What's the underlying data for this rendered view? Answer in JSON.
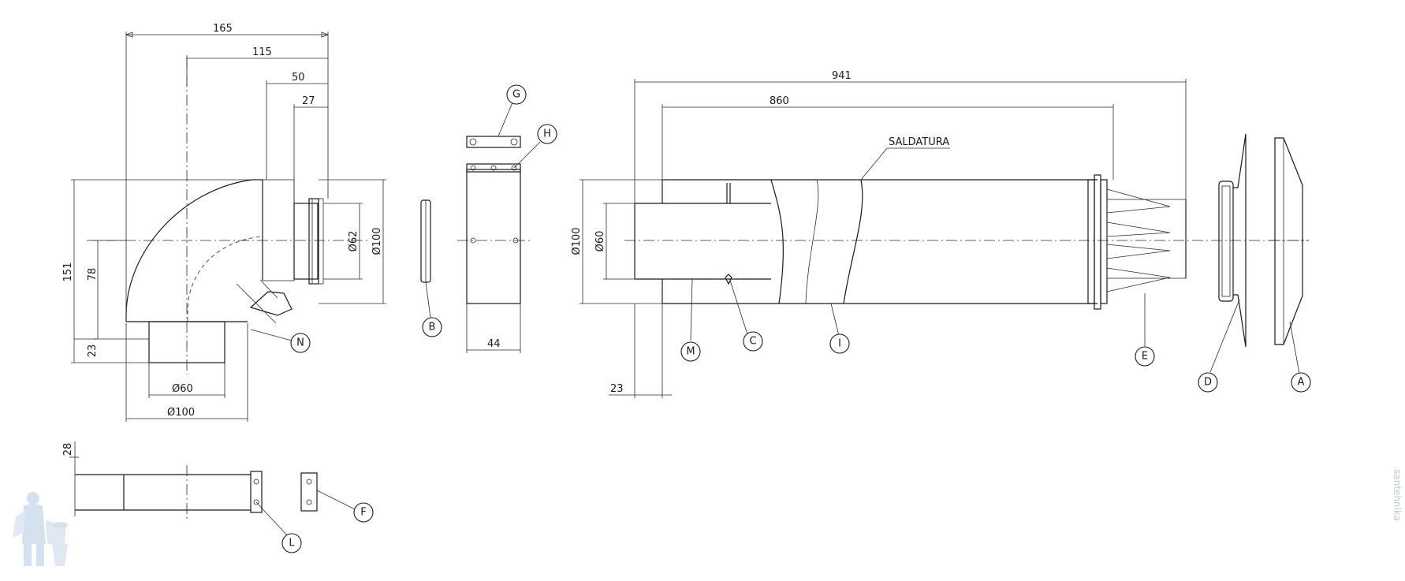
{
  "dimensions": {
    "d165": "165",
    "d115": "115",
    "d50": "50",
    "d27": "27",
    "d151": "151",
    "d78": "78",
    "d23_left": "23",
    "dia60_bottom": "Ø60",
    "dia100_bottom": "Ø100",
    "dia62": "Ø62",
    "dia100_right": "Ø100",
    "d44": "44",
    "d941": "941",
    "d860": "860",
    "dia100_pipe": "Ø100",
    "dia60_pipe": "Ø60",
    "d23_pipe": "23",
    "d28": "28"
  },
  "annotations": {
    "saldatura": "SALDATURA"
  },
  "callouts": {
    "A": "A",
    "B": "B",
    "C": "C",
    "D": "D",
    "E": "E",
    "F": "F",
    "G": "G",
    "H": "H",
    "I": "I",
    "L": "L",
    "M": "M",
    "N": "N"
  },
  "watermark": {
    "text": "santehnika",
    "icon": "plumber-mascot-icon",
    "color": "#b9cbe0"
  }
}
